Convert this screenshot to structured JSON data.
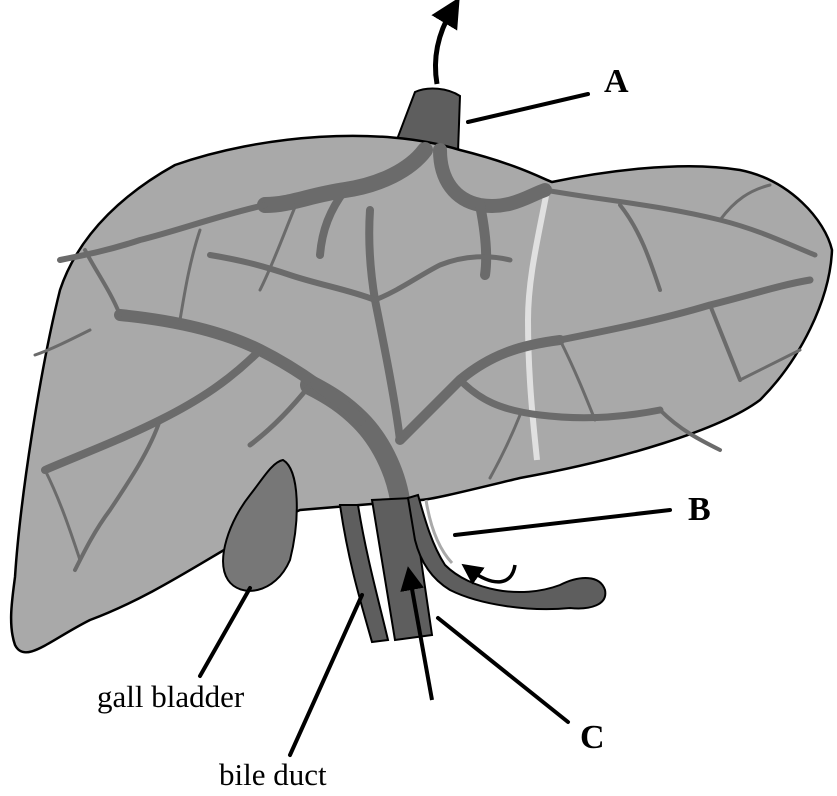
{
  "labels": {
    "a": "A",
    "b": "B",
    "c": "C",
    "gall_bladder": "gall bladder",
    "bile_duct": "bile duct"
  },
  "colors": {
    "liver": "#a9a9a9",
    "vessel": "#5e5e5e",
    "vein_branch": "#6b6b6b",
    "lobe_line": "#e0e0e0",
    "outline": "#000000"
  }
}
